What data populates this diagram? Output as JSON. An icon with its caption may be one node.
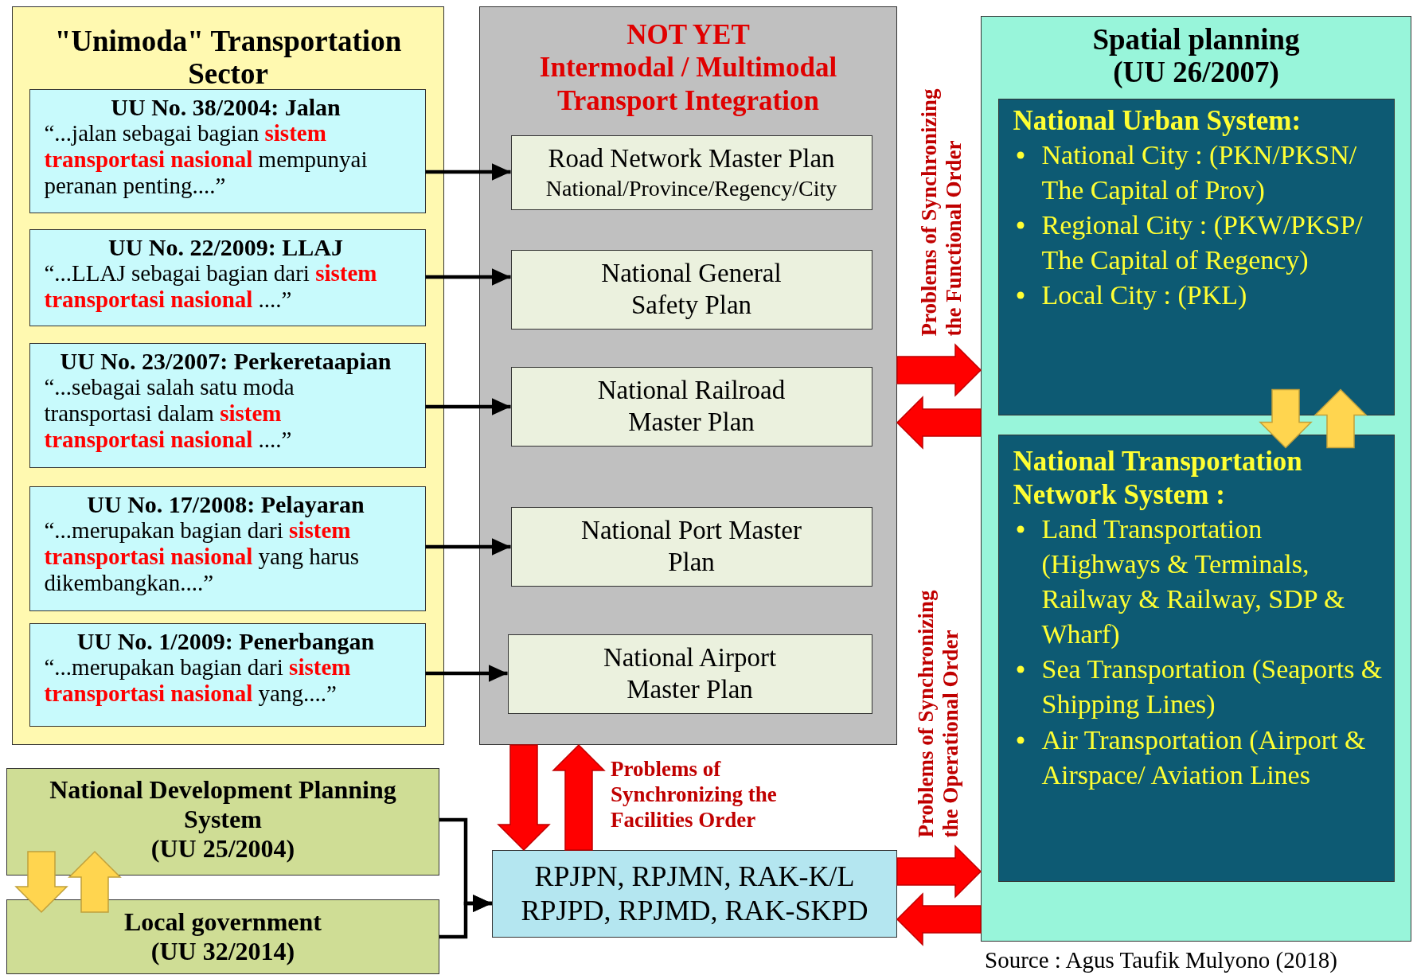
{
  "diagram": {
    "nodes": [
      {
        "text": [
          "\"Unimoda\" Transportation Sector"
        ]
      },
      {
        "text": [
          "UU No. 38/2004: Jalan",
          "“...jalan sebagai bagian **sistem transportasi nasional** mempunyai peranan penting....”"
        ],
        "in": 0
      },
      {
        "text": [
          "UU No. 22/2009: LLAJ",
          "“...LLAJ sebagai bagian dari **sistem transportasi nasional** ....”"
        ],
        "in": 0
      },
      {
        "text": [
          "UU No. 23/2007: Perkeretaapian",
          "“...sebagai salah satu moda transportasi dalam **sistem transportasi nasional** ....”"
        ],
        "in": 0
      },
      {
        "text": [
          "UU No. 17/2008: Pelayaran",
          "“...merupakan bagian dari **sistem transportasi nasional** yang harus dikembangkan....”"
        ],
        "in": 0
      },
      {
        "text": [
          "UU No. 1/2009: Penerbangan",
          "“...merupakan bagian dari **sistem transportasi nasional** yang....”"
        ],
        "in": 0
      },
      {
        "text": [
          "NOT YET",
          "Intermodal / Multimodal Transport Integration"
        ]
      },
      {
        "text": [
          "Road Network Master Plan",
          "National/Province/Regency/City"
        ],
        "in": 6
      },
      {
        "text": [
          "National General Safety Plan"
        ],
        "in": 6
      },
      {
        "text": [
          "National Railroad Master Plan"
        ],
        "in": 6
      },
      {
        "text": [
          "National Port Master Plan"
        ],
        "in": 6
      },
      {
        "text": [
          "National Airport Master Plan"
        ],
        "in": 6
      },
      {
        "text": [
          "Spatial planning",
          "(UU 26/2007)"
        ]
      },
      {
        "text": [
          "National Urban System:",
          "National City : (PKN/PKSN/ The Capital of Prov)",
          "Regional City : (PKW/PKSP/ The Capital of Regency)",
          "Local City : (PKL)"
        ],
        "in": 12
      },
      {
        "text": [
          "National Transportation Network System :",
          "Land Transportation (Highways & Terminals, Railway & Railway, SDP & Wharf)",
          "Sea Transportation (Seaports & Shipping Lines)",
          "Air Transportation (Airport & Airspace/ Aviation Lines"
        ],
        "in": 12
      },
      {
        "text": [
          "National Development Planning System",
          "(UU 25/2004)"
        ]
      },
      {
        "text": [
          "Local government",
          "(UU 32/2014)"
        ]
      },
      {
        "text": [
          "RPJPN, RPJMN, RAK-K/L RPJPD, RPJMD, RAK-SKPD"
        ]
      }
    ],
    "edges": [
      {
        "from": 1,
        "to": 7,
        "arrow": "to"
      },
      {
        "from": 2,
        "to": 8,
        "arrow": "to"
      },
      {
        "from": 3,
        "to": 9,
        "arrow": "to"
      },
      {
        "from": 4,
        "to": 10,
        "arrow": "to"
      },
      {
        "from": 5,
        "to": 11,
        "arrow": "to"
      },
      {
        "from": 6,
        "to": 12,
        "arrow": "to",
        "style": "thick",
        "color": "#ff0000"
      },
      {
        "from": 12,
        "to": 6,
        "arrow": "to",
        "style": "thick",
        "color": "#ff0000"
      },
      {
        "from": 6,
        "to": 17,
        "arrow": "to",
        "style": "thick",
        "color": "#ff0000"
      },
      {
        "from": 17,
        "to": 6,
        "arrow": "to",
        "style": "thick",
        "color": "#ff0000"
      },
      {
        "from": 17,
        "to": 12,
        "arrow": "to",
        "style": "thick",
        "color": "#ff0000"
      },
      {
        "from": 12,
        "to": 17,
        "arrow": "to",
        "style": "thick",
        "color": "#ff0000"
      },
      {
        "from": 13,
        "to": 14,
        "arrow": "to",
        "style": "thick",
        "color": "#ffd54f"
      },
      {
        "from": 14,
        "to": 13,
        "arrow": "to",
        "style": "thick",
        "color": "#ffd54f"
      },
      {
        "from": 15,
        "to": 16,
        "arrow": "to",
        "style": "thick",
        "color": "#ffd54f"
      },
      {
        "from": 16,
        "to": 15,
        "arrow": "to",
        "style": "thick",
        "color": "#ffd54f"
      },
      {
        "from": 15,
        "to": 17,
        "arrow": "to"
      },
      {
        "from": 16,
        "to": 17,
        "arrow": "to"
      }
    ],
    "labels": [
      "Problems of Synchronizing the Functional Order",
      "Problems of Synchronizing the Facilities Order",
      "Problems of Synchronizing the Operational Order",
      "Source : Agus Taufik Mulyono (2018)"
    ]
  }
}
